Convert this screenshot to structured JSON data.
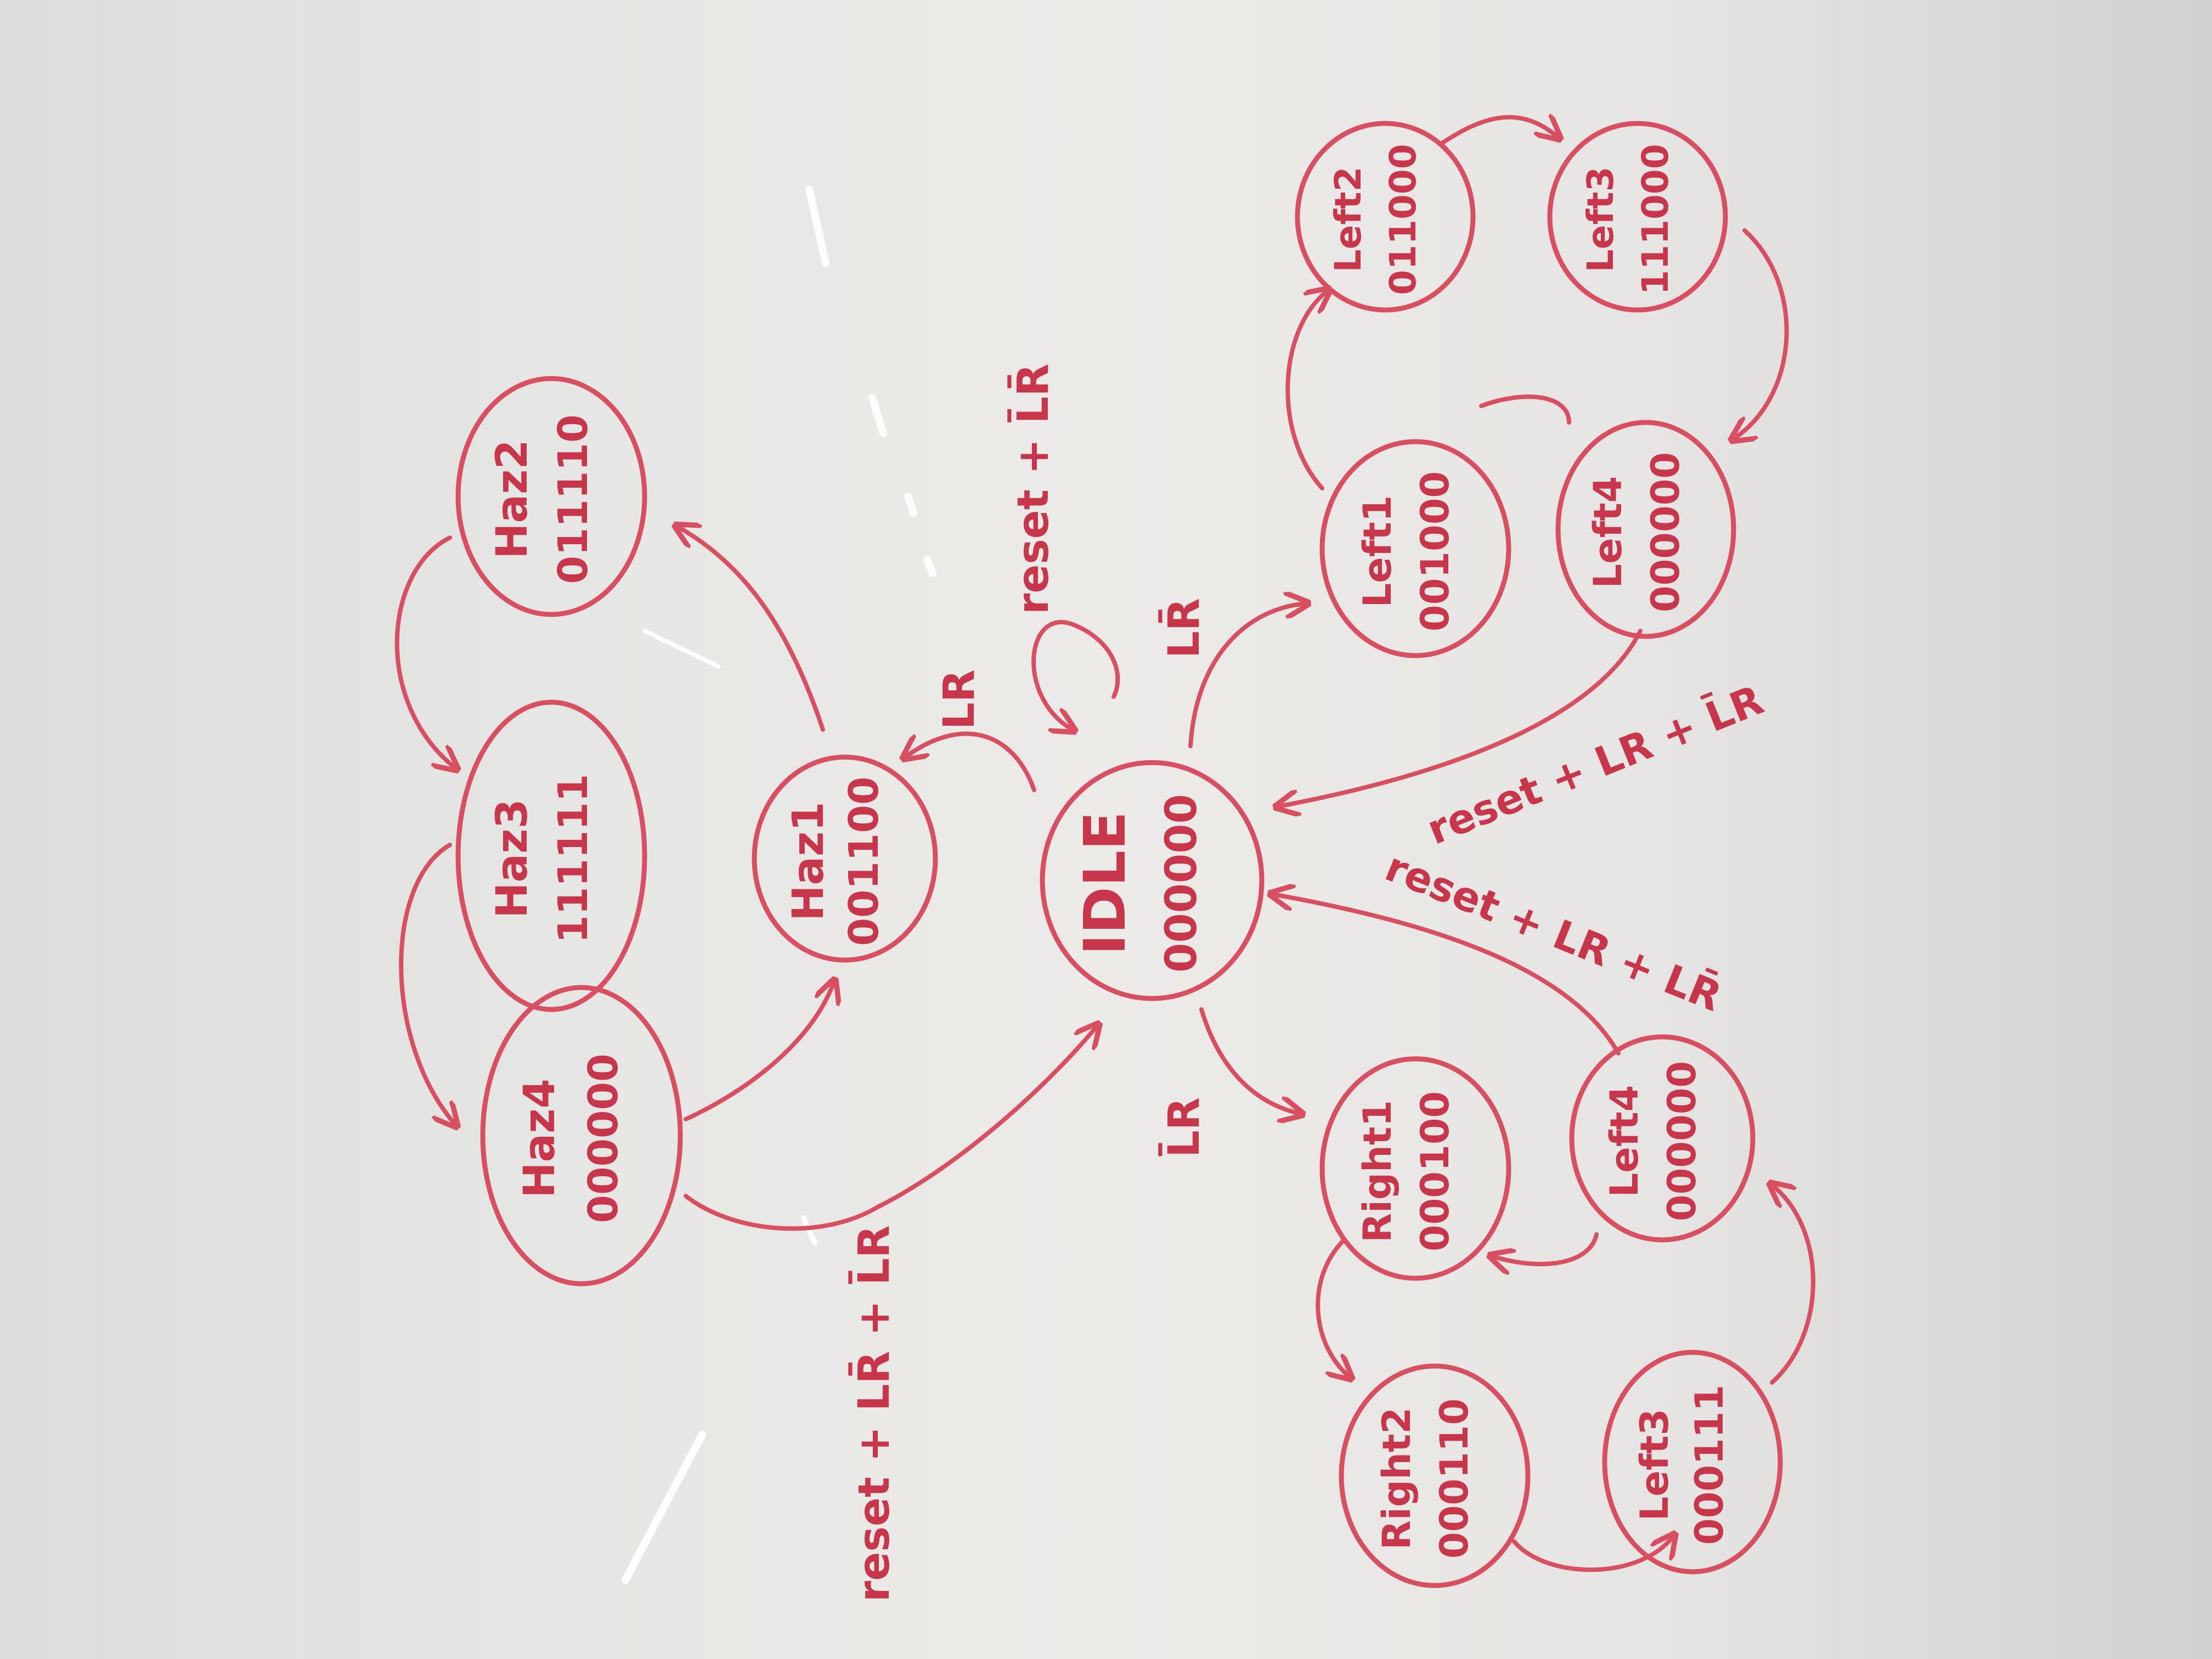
{
  "colors": {
    "marker": "#d94f62",
    "board": "#e8e8e6"
  },
  "states": {
    "idle": {
      "name": "IDLE",
      "code": "000000"
    },
    "haz1": {
      "name": "Haz1",
      "code": "001100"
    },
    "haz2": {
      "name": "Haz2",
      "code": "011110"
    },
    "haz3": {
      "name": "Haz3",
      "code": "111111"
    },
    "haz4": {
      "name": "Haz4",
      "code": "000000"
    },
    "left1": {
      "name": "Left1",
      "code": "001000"
    },
    "left2": {
      "name": "Left2",
      "code": "011000"
    },
    "left3": {
      "name": "Left3",
      "code": "111000"
    },
    "left4": {
      "name": "Left4",
      "code": "000000"
    },
    "right1": {
      "name": "Right1",
      "code": "000100"
    },
    "right2": {
      "name": "Right2",
      "code": "000110"
    },
    "right3": {
      "name": "Left3",
      "code": "000111"
    },
    "right4": {
      "name": "Left4",
      "code": "000000"
    }
  },
  "transitions": {
    "idle_self": "reset + L̄R̄",
    "to_haz": "LR",
    "to_left": "LR̄",
    "to_right": "L̄R",
    "haz_return": "reset + LR̄ + L̄R",
    "left_return": "reset + LR + L̄R",
    "right_return": "reset + LR + LR̄"
  }
}
